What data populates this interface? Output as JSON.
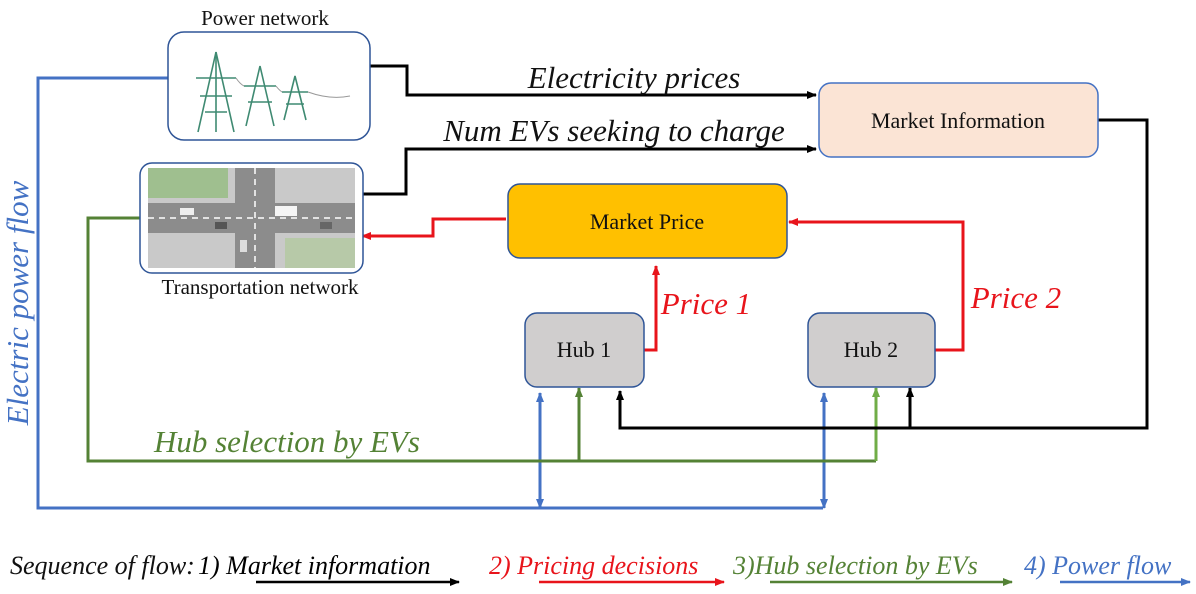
{
  "nodes": {
    "power": {
      "label": "Power network"
    },
    "transport": {
      "label": "Transportation network"
    },
    "market_info": {
      "label": "Market Information"
    },
    "market_price": {
      "label": "Market Price"
    },
    "hub1": {
      "label": "Hub 1"
    },
    "hub2": {
      "label": "Hub 2"
    }
  },
  "edges": {
    "electricity_prices": "Electricity prices",
    "num_evs": "Num EVs seeking to charge",
    "price1": "Price 1",
    "price2": "Price 2",
    "hub_selection": "Hub selection by EVs",
    "electric_power_flow": "Electric power flow"
  },
  "legend": {
    "prefix": "Sequence of flow:",
    "items": [
      {
        "text": "1) Market information",
        "color": "#000000"
      },
      {
        "text": "2) Pricing decisions",
        "color": "#e8141b"
      },
      {
        "text": "3)Hub selection by EVs",
        "color": "#548235"
      },
      {
        "text": "4) Power flow",
        "color": "#4472c4"
      }
    ]
  },
  "colors": {
    "black": "#000000",
    "red": "#e8141b",
    "green": "#548235",
    "green_light": "#70ad47",
    "blue": "#4472c4",
    "market_info_fill": "#fbe4d5",
    "market_price_fill": "#ffc000",
    "hub_fill": "#d0cece"
  }
}
